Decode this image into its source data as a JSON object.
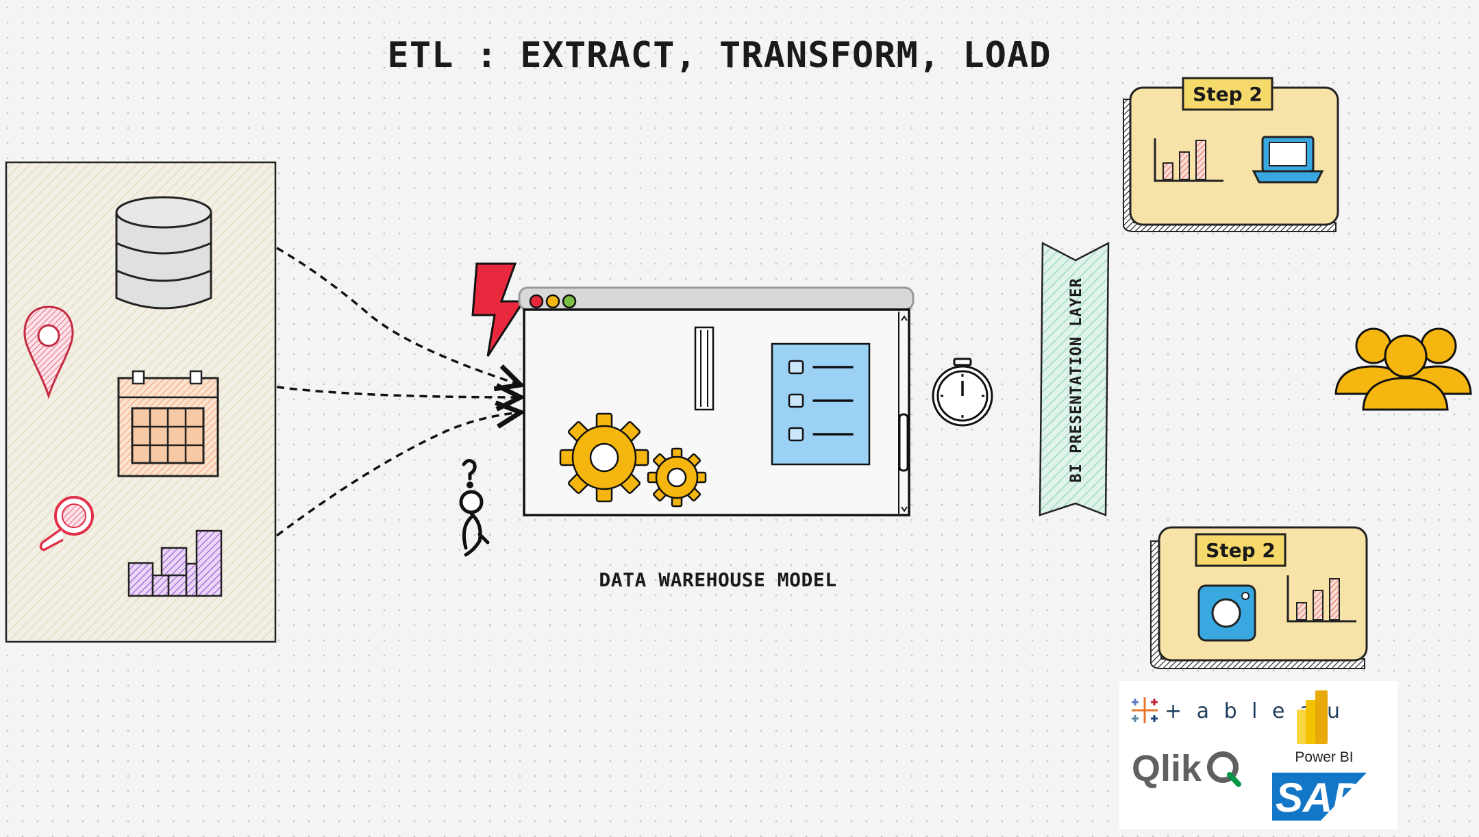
{
  "diagram": {
    "title": "ETL : EXTRACT, TRANSFORM, LOAD",
    "warehouse_caption": "DATA WAREHOUSE MODEL",
    "presentation_layer": "BI PRESENTATION LAYER",
    "step_top": "Step 2",
    "step_bottom": "Step 2",
    "sources": [
      "database-icon",
      "location-pin-icon",
      "calendar-icon",
      "magnifier-icon",
      "bar-chart-icon"
    ],
    "tool_logos": {
      "tableau": "+ a b l e a u",
      "qlik": "Qlik",
      "powerbi": "Power BI",
      "sap": "SAP"
    }
  },
  "colors": {
    "gear": "#f5b70f",
    "bolt": "#e8283c",
    "card": "#f7e2a8",
    "band": "#d6f0e4",
    "list_card": "#9bd1f5",
    "laptop": "#3aa8e0",
    "people": "#f5b70f"
  }
}
